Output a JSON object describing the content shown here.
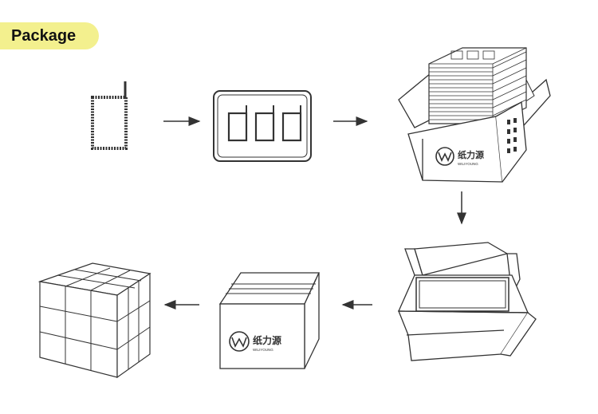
{
  "header": {
    "title": "Package"
  },
  "brand": {
    "name_cn": "纸力源",
    "name_en": "WILIYOUNG"
  },
  "icons": {
    "single_bag": "bag-outline-icon",
    "bag_set": "bags-in-tray-icon",
    "stacked_in_box": "stacked-bags-open-box-icon",
    "lined_box": "open-box-with-liner-icon",
    "sealed_box": "sealed-box-icon",
    "pallet_stack": "stacked-cartons-icon",
    "arrow": "arrow-icon"
  },
  "colors": {
    "tag_background": "#f3f08e",
    "line": "#333333"
  }
}
